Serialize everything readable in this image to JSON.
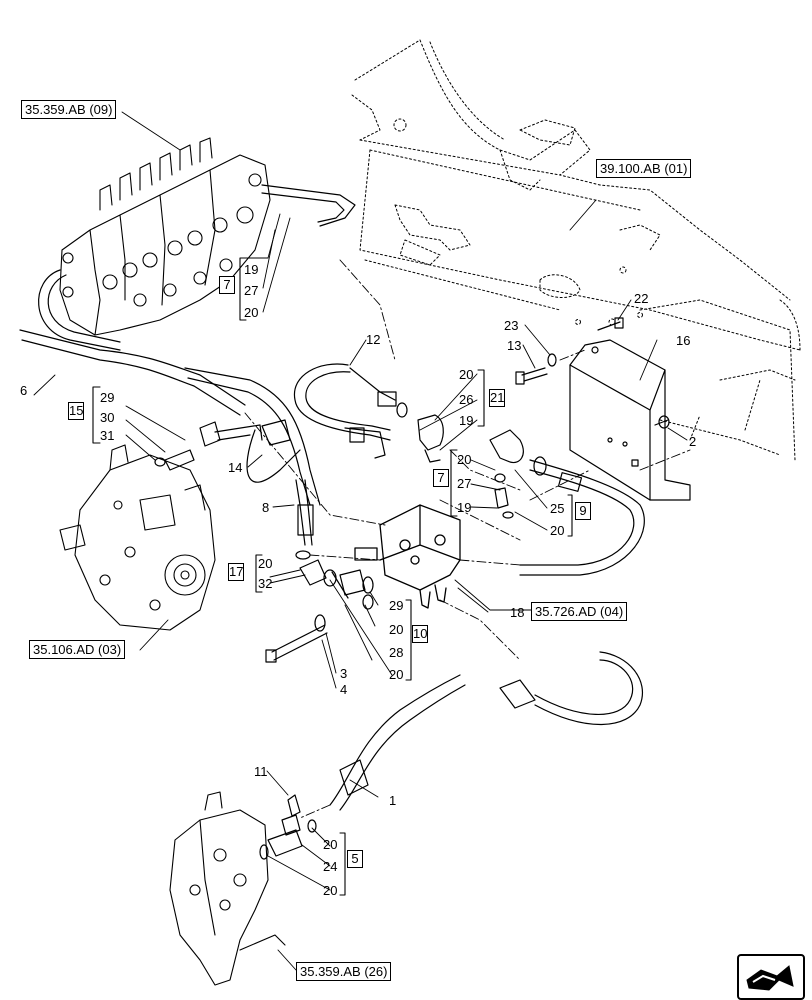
{
  "references": {
    "r_359_09": "35.359.AB (09)",
    "r_39100": "39.100.AB (01)",
    "r_106": "35.106.AD (03)",
    "r_726": "35.726.AD (04)",
    "r_359_26": "35.359.AB (26)"
  },
  "labels": {
    "n1": "1",
    "n2": "2",
    "n3": "3",
    "n4": "4",
    "n6": "6",
    "n8": "8",
    "n11": "11",
    "n12": "12",
    "n13": "13",
    "n14": "14",
    "n16": "16",
    "n18": "18",
    "n22": "22",
    "n23": "23",
    "g7a_19": "19",
    "g7a_27": "27",
    "g7a_20": "20",
    "g15_29": "29",
    "g15_30": "30",
    "g15_31": "31",
    "g21_20": "20",
    "g21_26": "26",
    "g21_19": "19",
    "g7b_20": "20",
    "g7b_27": "27",
    "g7b_19": "19",
    "g9_25": "25",
    "g9_20": "20",
    "g17_20": "20",
    "g17_32": "32",
    "g10_29": "29",
    "g10_20a": "20",
    "g10_28": "28",
    "g10_20b": "20",
    "g5_20a": "20",
    "g5_24": "24",
    "g5_20b": "20"
  },
  "group_boxes": {
    "b7a": "7",
    "b15": "15",
    "b21": "21",
    "b7b": "7",
    "b9": "9",
    "b17": "17",
    "b10": "10",
    "b5": "5"
  },
  "colors": {
    "line": "#000000",
    "background": "#ffffff"
  },
  "icons": {
    "navigation": "next-page-arrow-icon"
  }
}
